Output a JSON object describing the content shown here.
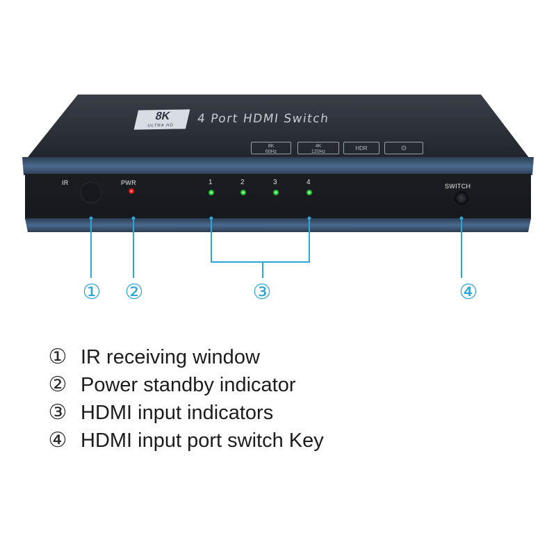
{
  "device": {
    "title": "4 Port HDMI Switch",
    "logo": {
      "main": "8K",
      "sub": "ULTRA HD"
    },
    "badges": [
      {
        "line1": "8K",
        "line2": "60Hz"
      },
      {
        "line1": "4K",
        "line2": "120Hz"
      },
      {
        "line1": "HDR",
        "line2": ""
      },
      {
        "line1": "⊙",
        "line2": ""
      }
    ],
    "labels": {
      "ir": "IR",
      "pwr": "PWR",
      "switch": "SWITCH"
    },
    "ports": [
      "1",
      "2",
      "3",
      "4"
    ],
    "colors": {
      "body": "#24282f",
      "band": "#3d5877",
      "pwr_led": "#ff2a2a",
      "port_led": "#3fe04a"
    }
  },
  "callouts": [
    "①",
    "②",
    "③",
    "④"
  ],
  "callout_color": "#2aa6d8",
  "legend": [
    {
      "num": "①",
      "text": "IR receiving window"
    },
    {
      "num": "②",
      "text": "Power standby indicator"
    },
    {
      "num": "③",
      "text": "HDMI input indicators"
    },
    {
      "num": "④",
      "text": "HDMI input port switch Key"
    }
  ]
}
